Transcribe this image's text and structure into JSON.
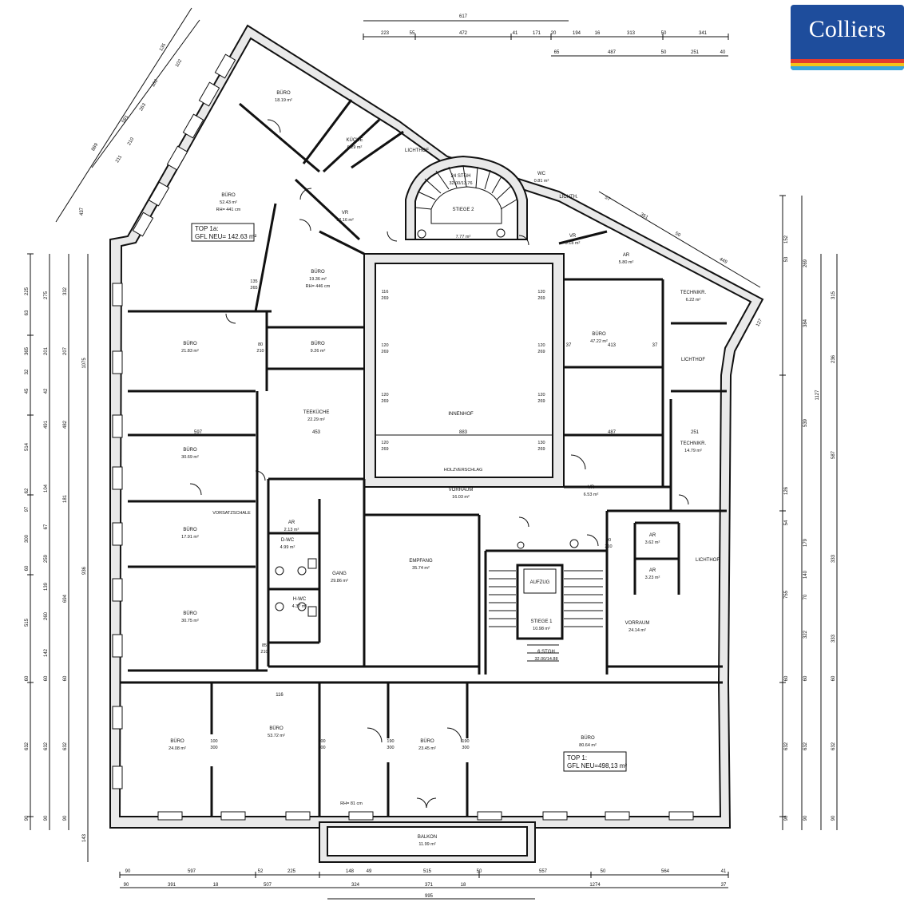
{
  "logo": {
    "text": "Colliers",
    "colors": {
      "background": "#1e4d9c",
      "stripes": [
        "#e23b2e",
        "#f4c21a",
        "#3aa6dc"
      ]
    }
  },
  "units": [
    {
      "line1": "TOP 1a:",
      "line2": "GFL NEU= 142.63 m²"
    },
    {
      "line1": "TOP 1:",
      "line2": "GFL NEU=498,13 m²"
    }
  ],
  "rooms": {
    "buero_a": {
      "name": "BÜRO",
      "area": "18.19 m²"
    },
    "kueche": {
      "name": "KÜCHE",
      "area": "6.29 m²"
    },
    "lichthof_1": {
      "name": "LICHTHOF"
    },
    "buero_b": {
      "name": "BÜRO",
      "area": "52.43 m²",
      "extra": "RH= 441 cm"
    },
    "stiege2": {
      "name": "STIEGE 2"
    },
    "stiege2_steps": {
      "name": "24 STGH",
      "area": "32.00/13.76"
    },
    "wc_top": {
      "name": "WC",
      "area": "0.81 m²"
    },
    "vr_a": {
      "name": "VR",
      "area": "12.16 m²"
    },
    "vr_b": {
      "name": "",
      "area": "7.77 m²"
    },
    "vr_c": {
      "name": "VR",
      "area": "5.18 m²"
    },
    "ar_a": {
      "name": "AR",
      "area": "5.80 m²"
    },
    "lichth": {
      "name": "LICHTH."
    },
    "technikr_a": {
      "name": "TECHNIKR.",
      "area": "6.22 m²"
    },
    "buero_c": {
      "name": "BÜRO",
      "area": "19.36 m²",
      "extra": "RH= 446 cm"
    },
    "buero_d": {
      "name": "BÜRO",
      "area": "21.83 m²"
    },
    "buero_e": {
      "name": "BÜRO",
      "area": "9.26 m²"
    },
    "innenhof": {
      "name": "INNENHOF"
    },
    "buero_f": {
      "name": "BÜRO",
      "area": "47.22 m²"
    },
    "lichthof_2": {
      "name": "LICHTHOF"
    },
    "teekueche": {
      "name": "TEEKÜCHE",
      "area": "22.29 m²"
    },
    "buero_g": {
      "name": "BÜRO",
      "area": "30.69 m²"
    },
    "technikr_b": {
      "name": "TECHNIKR.",
      "area": "14.79 m²"
    },
    "vorraum_a": {
      "name": "VORRAUM",
      "area": "16.03 m²"
    },
    "vr_d": {
      "name": "VR",
      "area": "6.53 m²"
    },
    "ar_b": {
      "name": "AR",
      "area": "2.13 m²"
    },
    "dwc": {
      "name": "D-WC",
      "area": "4.99 m²"
    },
    "hwc": {
      "name": "H-WC",
      "area": "4.37 m²"
    },
    "buero_h": {
      "name": "BÜRO",
      "area": "17.91 m²"
    },
    "gang": {
      "name": "GANG",
      "area": "29.86 m²"
    },
    "empfang": {
      "name": "EMPFANG",
      "area": "35.74 m²"
    },
    "aufzug": {
      "name": "AUFZUG"
    },
    "stiege1": {
      "name": "STIEGE 1",
      "area": "10.98 m²"
    },
    "stiege1_steps": {
      "name": "6 STGH",
      "area": "32.00/14.88"
    },
    "ar_c": {
      "name": "AR",
      "area": "3.62 m²"
    },
    "ar_d": {
      "name": "AR",
      "area": "3.23 m²"
    },
    "lichthof_3": {
      "name": "LICHTHOF"
    },
    "buero_i": {
      "name": "BÜRO",
      "area": "30.75 m²"
    },
    "vorraum_b": {
      "name": "VORRAUM",
      "area": "24.14 m²"
    },
    "buero_j": {
      "name": "BÜRO",
      "area": "24.08 m²"
    },
    "buero_k": {
      "name": "BÜRO",
      "area": "53.72 m²"
    },
    "buero_l": {
      "name": "BÜRO",
      "area": "23.45 m²"
    },
    "buero_m": {
      "name": "BÜRO",
      "area": "80.64 m²"
    },
    "balkon": {
      "name": "BALKON",
      "area": "11.99 m²"
    }
  },
  "labels": {
    "holzverschlag": "HOLZVERSCHLAG",
    "vorsatzschale": "VORSATZSCHALE",
    "rh_81": "RH= 81 cm"
  },
  "openings": [
    {
      "t": "116",
      "b": "269"
    },
    {
      "t": "120",
      "b": "269"
    },
    {
      "t": "120",
      "b": "269"
    },
    {
      "t": "120",
      "b": "269"
    },
    {
      "t": "120",
      "b": "269"
    },
    {
      "t": "120",
      "b": "269"
    },
    {
      "t": "120",
      "b": "269"
    },
    {
      "t": "130",
      "b": "269"
    },
    {
      "t": "100",
      "b": "300"
    },
    {
      "t": "100",
      "b": "300"
    },
    {
      "t": "190",
      "b": "300"
    },
    {
      "t": "190",
      "b": "300"
    },
    {
      "t": "85",
      "b": "210"
    },
    {
      "t": "80",
      "b": "210"
    },
    {
      "t": "90",
      "b": "210"
    },
    {
      "t": "135",
      "b": "265"
    }
  ],
  "dims": {
    "top_row1": [
      "617"
    ],
    "top_row2": [
      "223",
      "55",
      "472",
      "41",
      "171",
      "20",
      "194",
      "16",
      "313",
      "50",
      "341"
    ],
    "top_row3": [
      "65",
      "487",
      "50",
      "251",
      "40"
    ],
    "bottom_row1": [
      "90",
      "597",
      "52",
      "225",
      "148",
      "49",
      "515",
      "50",
      "557",
      "50",
      "564",
      "41"
    ],
    "bottom_row2": [
      "90",
      "391",
      "18",
      "507",
      "324",
      "371",
      "18",
      "1274",
      "37"
    ],
    "bottom_row3": [
      "995"
    ],
    "left_col1": [
      "225",
      "63",
      "365",
      "32",
      "45",
      "514",
      "62",
      "97",
      "300",
      "60",
      "515",
      "60",
      "632",
      "90"
    ],
    "left_col2": [
      "275",
      "201",
      "42",
      "491",
      "104",
      "67",
      "259",
      "139",
      "260",
      "142",
      "60",
      "632",
      "90",
      "143"
    ],
    "left_col3": [
      "332",
      "207",
      "1075",
      "482",
      "181",
      "936",
      "694",
      "60",
      "632",
      "90"
    ],
    "right_col1": [
      "152",
      "53",
      "269",
      "126",
      "54",
      "755",
      "60",
      "632",
      "90"
    ],
    "right_col2": [
      "384",
      "539",
      "179",
      "140",
      "70",
      "322",
      "60",
      "632",
      "90"
    ],
    "right_col3": [
      "315",
      "236",
      "1127",
      "587",
      "333",
      "333",
      "60",
      "632",
      "90"
    ],
    "oblique_left": [
      "889",
      "437",
      "591",
      "211",
      "210",
      "135",
      "263",
      "162",
      "102"
    ],
    "oblique_right": [
      "351",
      "57",
      "50",
      "449",
      "127"
    ],
    "inner": [
      "597",
      "453",
      "883",
      "487",
      "251",
      "413",
      "37",
      "37",
      "116"
    ]
  }
}
